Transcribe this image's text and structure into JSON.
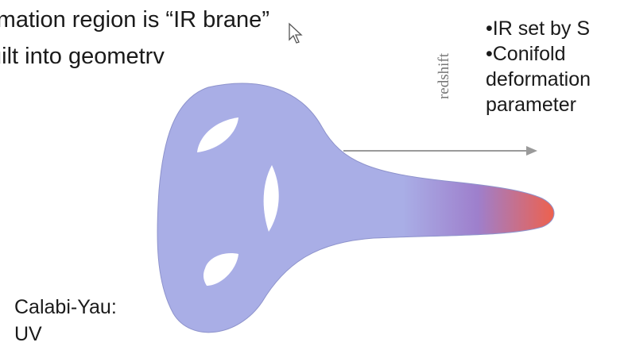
{
  "title": {
    "line1": "rmation region is “IR brane”",
    "line2": "uilt into geometrv"
  },
  "bullets": [
    "•IR set by S",
    "•Conifold",
    "deformation",
    "parameter"
  ],
  "arrow_label": "redshift",
  "bottom_label": {
    "line1": "Calabi-Yau:",
    "line2": "UV"
  },
  "colors": {
    "shape_fill": "#a9aee6",
    "shape_edge": "#8e93cc",
    "tip_red": "#f0604a",
    "arrow": "#9a9a9a"
  }
}
